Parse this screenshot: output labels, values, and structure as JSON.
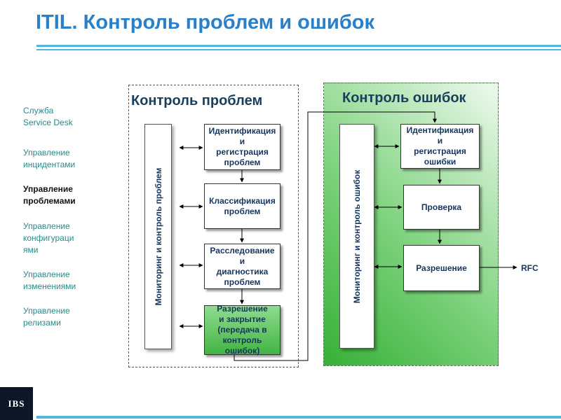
{
  "header": {
    "title": "ITIL. Контроль проблем и ошибок"
  },
  "sidebar": {
    "items": [
      {
        "label": "Служба\nService Desk",
        "active": false
      },
      {
        "label": "Управление\nинцидентами",
        "active": false
      },
      {
        "label": "Управление\nпроблемами",
        "active": true
      },
      {
        "label": "Управление\nконфигураци\nями",
        "active": false
      },
      {
        "label": "Управление\nизменениями",
        "active": false
      },
      {
        "label": "Управление\nрелизами",
        "active": false
      }
    ]
  },
  "problem_control": {
    "title": "Контроль проблем",
    "monitor_label": "Мониторинг и контроль проблем",
    "steps": [
      "Идентификация\nи\nрегистрация\nпроблем",
      "Классификация\nпроблем",
      "Расследование\nи\nдиагностика\nпроблем",
      "Разрешение\nи закрытие\n(передача в\nконтроль ошибок)"
    ]
  },
  "error_control": {
    "title": "Контроль ошибок",
    "monitor_label": "Мониторинг и контроль ошибок",
    "steps": [
      "Идентификация\nи\nрегистрация\nошибки",
      "Проверка",
      "Разрешение"
    ],
    "output_label": "RFC"
  },
  "logo": {
    "text": "IBS"
  },
  "colors": {
    "title": "#2a7fc9",
    "rule": "#55b6dc",
    "sidebar_text": "#2a8a8a",
    "box_text": "#17365d",
    "green_panel": "#43b443"
  }
}
